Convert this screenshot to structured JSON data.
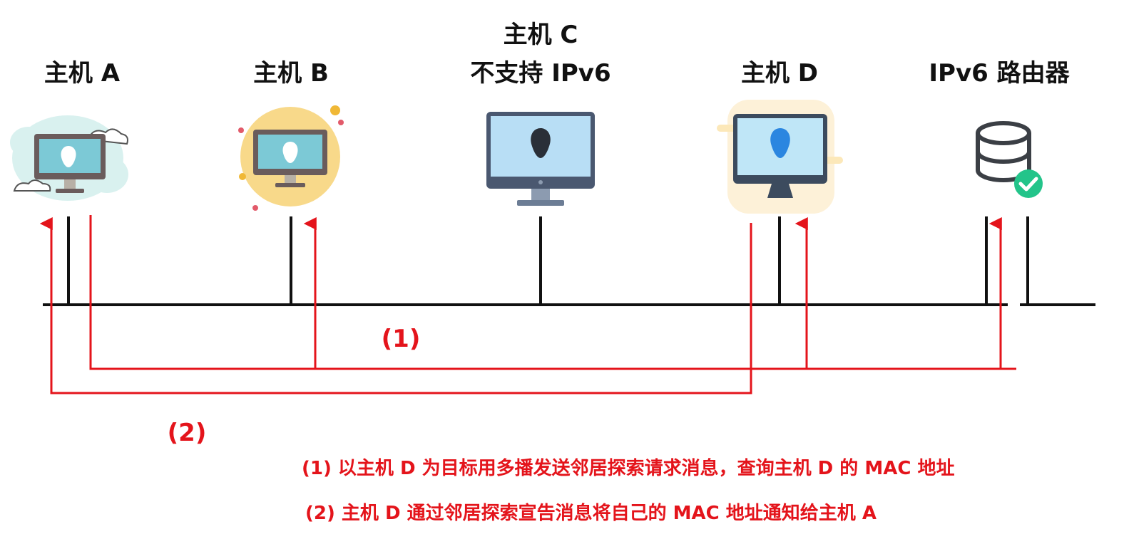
{
  "hosts": {
    "a": {
      "label": "主机 A"
    },
    "b": {
      "label": "主机 B"
    },
    "c": {
      "label_line1": "主机 C",
      "label_line2": "不支持 IPv6"
    },
    "d": {
      "label": "主机 D"
    },
    "router": {
      "label": "IPv6 路由器"
    }
  },
  "icons": {
    "a": "monitor-icon-cloud-bg",
    "b": "monitor-icon-circle-bg",
    "c": "imac-icon",
    "d": "monitor-icon-stripe-bg",
    "router": "database-check-icon"
  },
  "arrows": {
    "step1_label": "(1)",
    "step2_label": "(2)"
  },
  "notes": {
    "note1": "(1) 以主机 D 为目标用多播发送邻居探索请求消息，查询主机 D 的 MAC 地址",
    "note2": "(2) 主机 D 通过邻居探索宣告消息将自己的 MAC 地址通知给主机 A"
  },
  "colors": {
    "accent_red": "#e4141b",
    "line_black": "#111111"
  }
}
